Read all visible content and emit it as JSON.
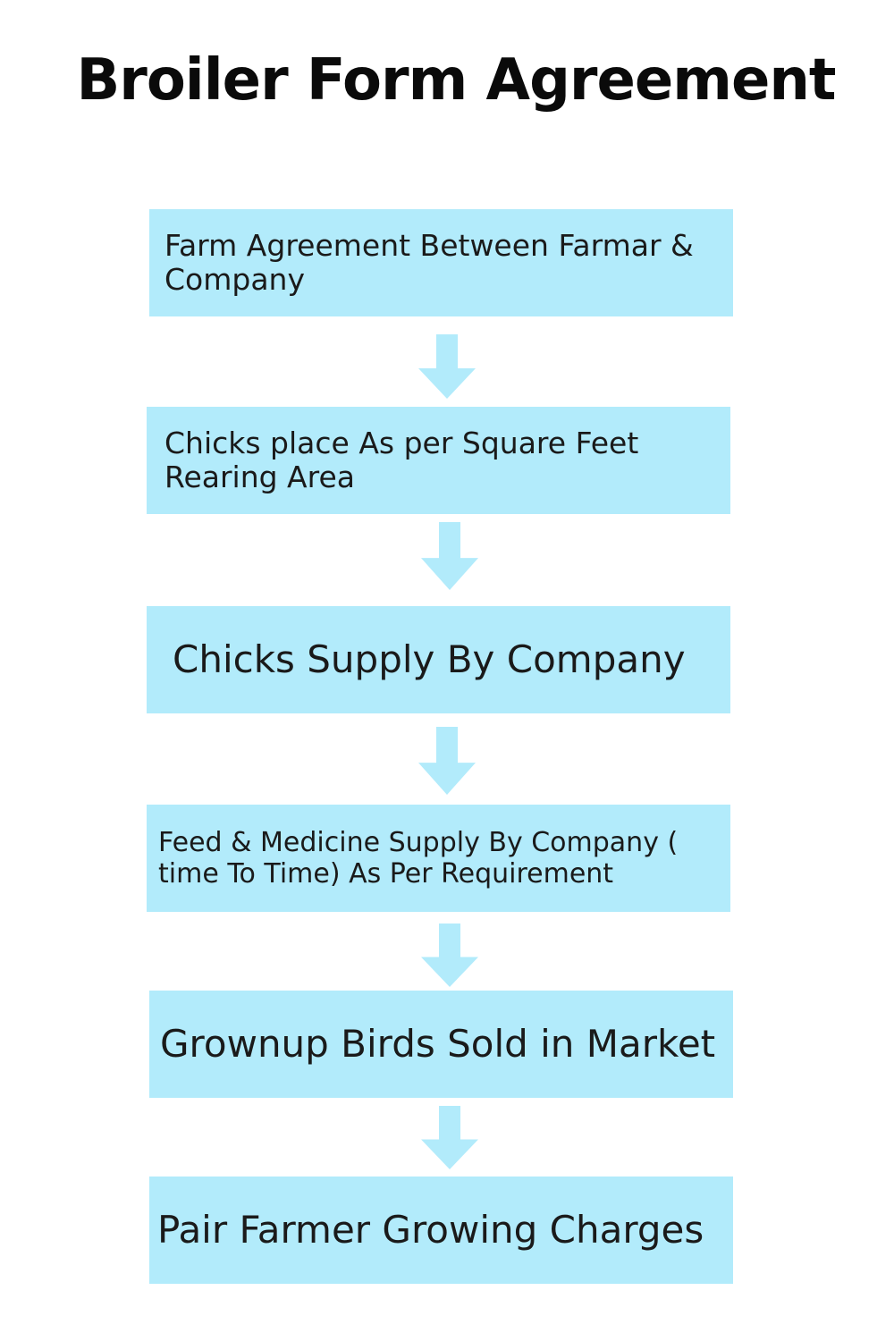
{
  "title": "Broiler Form Agreement",
  "colors": {
    "box_fill": "#b2ebfb",
    "arrow_fill": "#b2ebfb",
    "text": "#1a1a1a"
  },
  "steps": [
    {
      "label": "Farm Agreement Between Farmar & Company"
    },
    {
      "label": "Chicks place As per Square Feet Rearing Area"
    },
    {
      "label": "Chicks Supply By Company"
    },
    {
      "label": "Feed & Medicine  Supply By Company ( time To Time) As Per Requirement"
    },
    {
      "label": "Grownup Birds Sold in Market"
    },
    {
      "label": "Pair Farmer Growing Charges"
    }
  ],
  "connectors": [
    {
      "icon": "down-arrow-icon"
    },
    {
      "icon": "down-arrow-icon"
    },
    {
      "icon": "down-arrow-icon"
    },
    {
      "icon": "down-arrow-icon"
    },
    {
      "icon": "down-arrow-icon"
    }
  ]
}
